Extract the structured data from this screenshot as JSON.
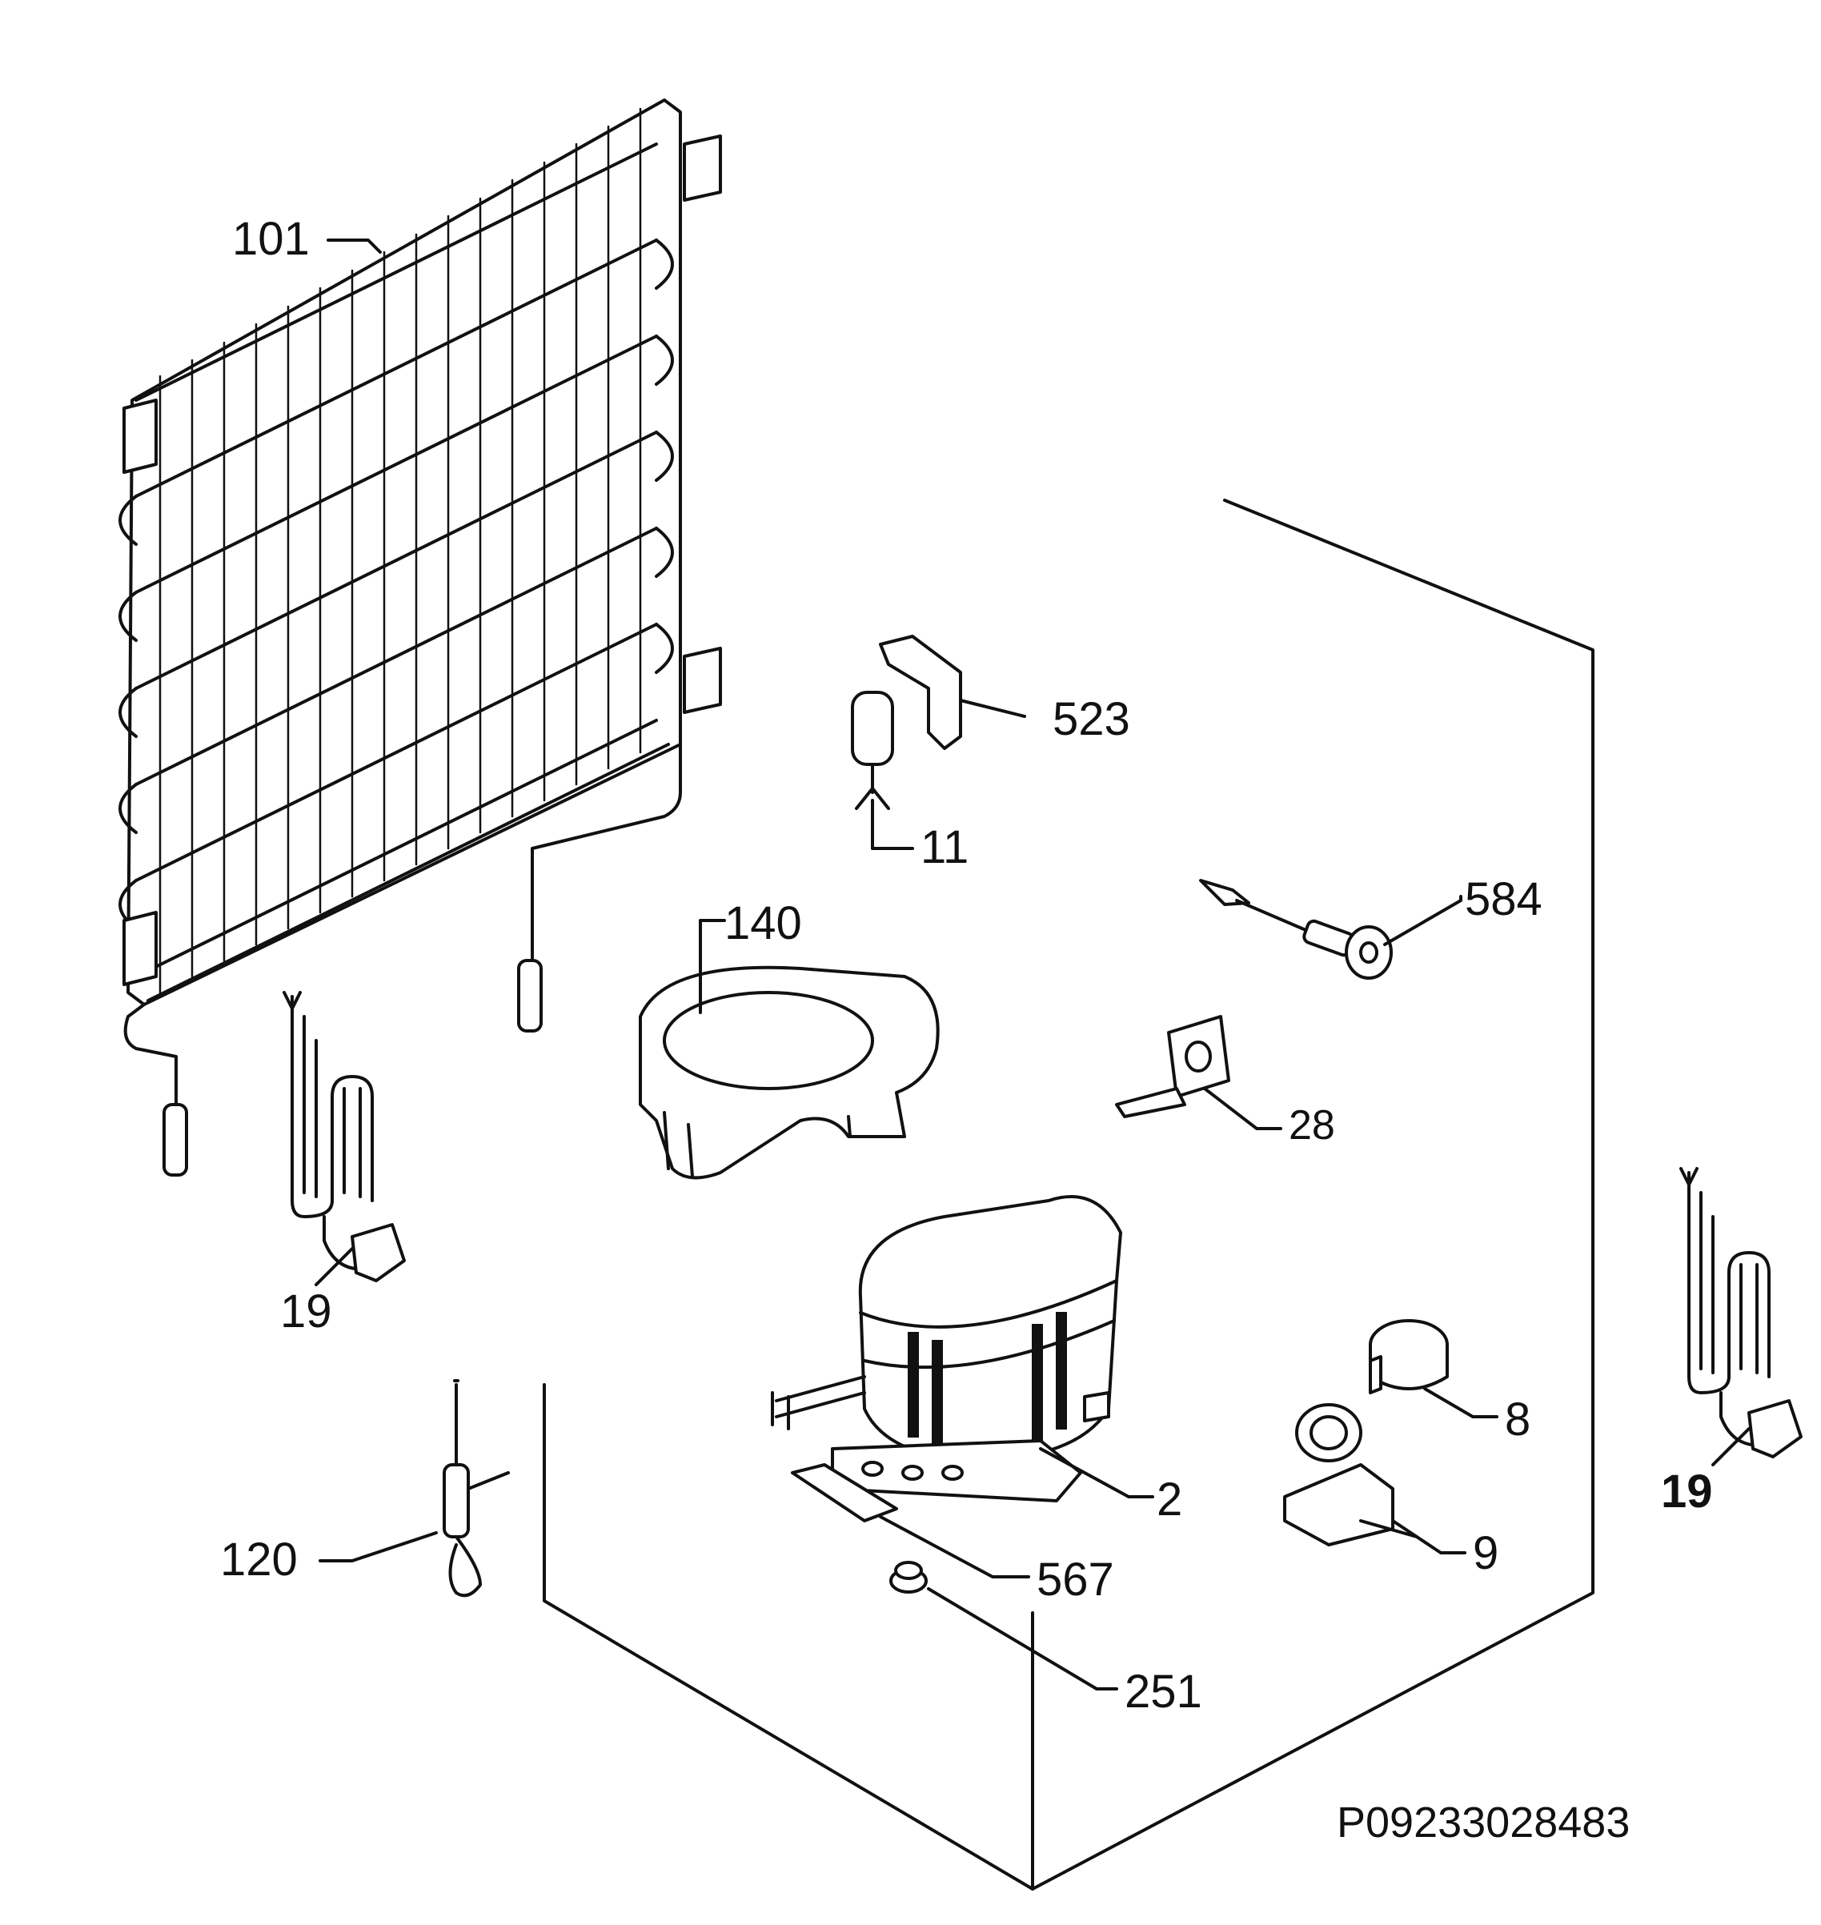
{
  "diagram": {
    "reference_code": "P09233028483",
    "parts": [
      {
        "id": "condenser",
        "label": "101"
      },
      {
        "id": "clip-523",
        "label": "523"
      },
      {
        "id": "connector-11",
        "label": "11"
      },
      {
        "id": "drip-tray",
        "label": "140"
      },
      {
        "id": "sensor-584",
        "label": "584"
      },
      {
        "id": "bracket-28",
        "label": "28"
      },
      {
        "id": "power-cord-left",
        "label": "19"
      },
      {
        "id": "compressor",
        "label": "2"
      },
      {
        "id": "klixon-8",
        "label": "8"
      },
      {
        "id": "relay-9",
        "label": "9"
      },
      {
        "id": "filter-120",
        "label": "120"
      },
      {
        "id": "mount-plate-567",
        "label": "567"
      },
      {
        "id": "rubber-grommet-251",
        "label": "251"
      },
      {
        "id": "power-cord-right",
        "label": "19"
      }
    ]
  }
}
